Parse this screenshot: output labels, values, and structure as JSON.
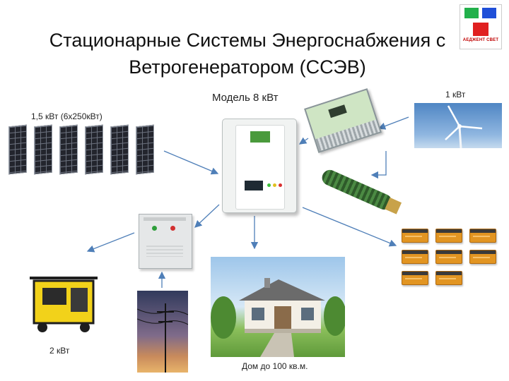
{
  "title": {
    "line1": "Стационарные Системы Энергоснабжения с",
    "line2": "Ветрогенератором (ССЭВ)"
  },
  "labels": {
    "model": "Модель 8 кВт",
    "panels": "1,5 кВт (6х250кВт)",
    "wind": "1 кВт",
    "generator": "2 кВт",
    "house": "Дом до 100 кв.м."
  },
  "logo": {
    "text": "АЕДЖЕНТ СВЕТ",
    "colors": [
      "#22b04b",
      "#1f4fd8",
      "#e02020"
    ]
  },
  "components": [
    "solar-panels",
    "inverter",
    "charge-controller",
    "dump-load-resistor",
    "wind-turbine",
    "transfer-switch",
    "battery-bank",
    "generator",
    "power-grid",
    "house"
  ],
  "colors": {
    "link": "#4f7fb8",
    "battery": "#e29522",
    "inverter_accent": "#4a9a3c"
  }
}
